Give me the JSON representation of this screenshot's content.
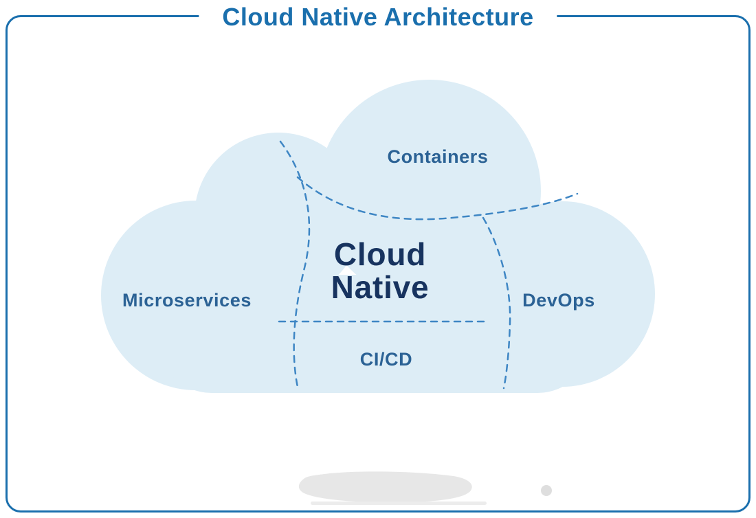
{
  "title": "Cloud Native Architecture",
  "diagram": {
    "center_label": {
      "line1": "Cloud",
      "line2": "Native"
    },
    "region_labels": {
      "top": "Containers",
      "left": "Microservices",
      "right": "DevOps",
      "bottom": "CI/CD"
    }
  },
  "colors": {
    "accent_blue": "#1a6fad",
    "cloud_fill": "#ddedf6",
    "dashed_line": "#3e86c4",
    "region_label_blue": "#2b6295",
    "center_label_navy": "#17335f",
    "background": "#ffffff"
  }
}
